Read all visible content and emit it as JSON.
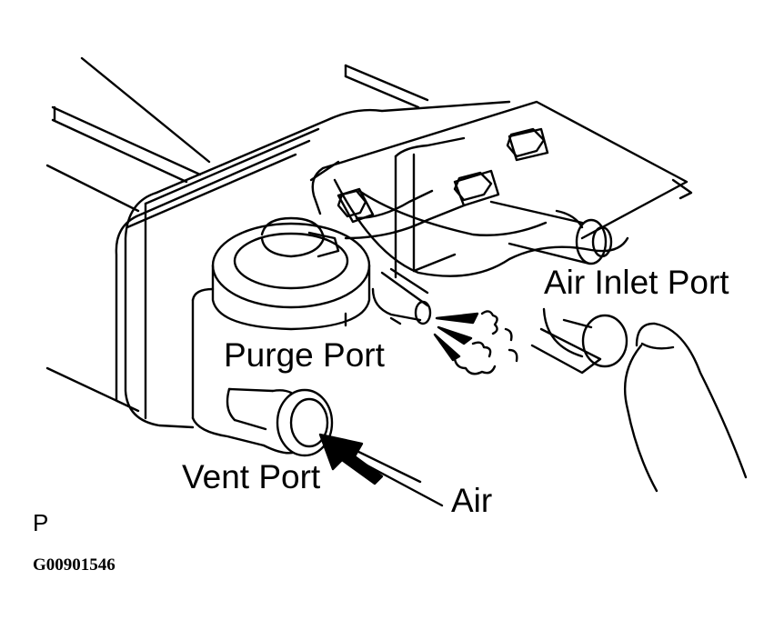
{
  "labels": {
    "air_inlet_port": "Air Inlet Port",
    "purge_port": "Purge Port",
    "vent_port": "Vent Port",
    "air": "Air"
  },
  "corner_letter": "P",
  "figure_code": "G00901546"
}
